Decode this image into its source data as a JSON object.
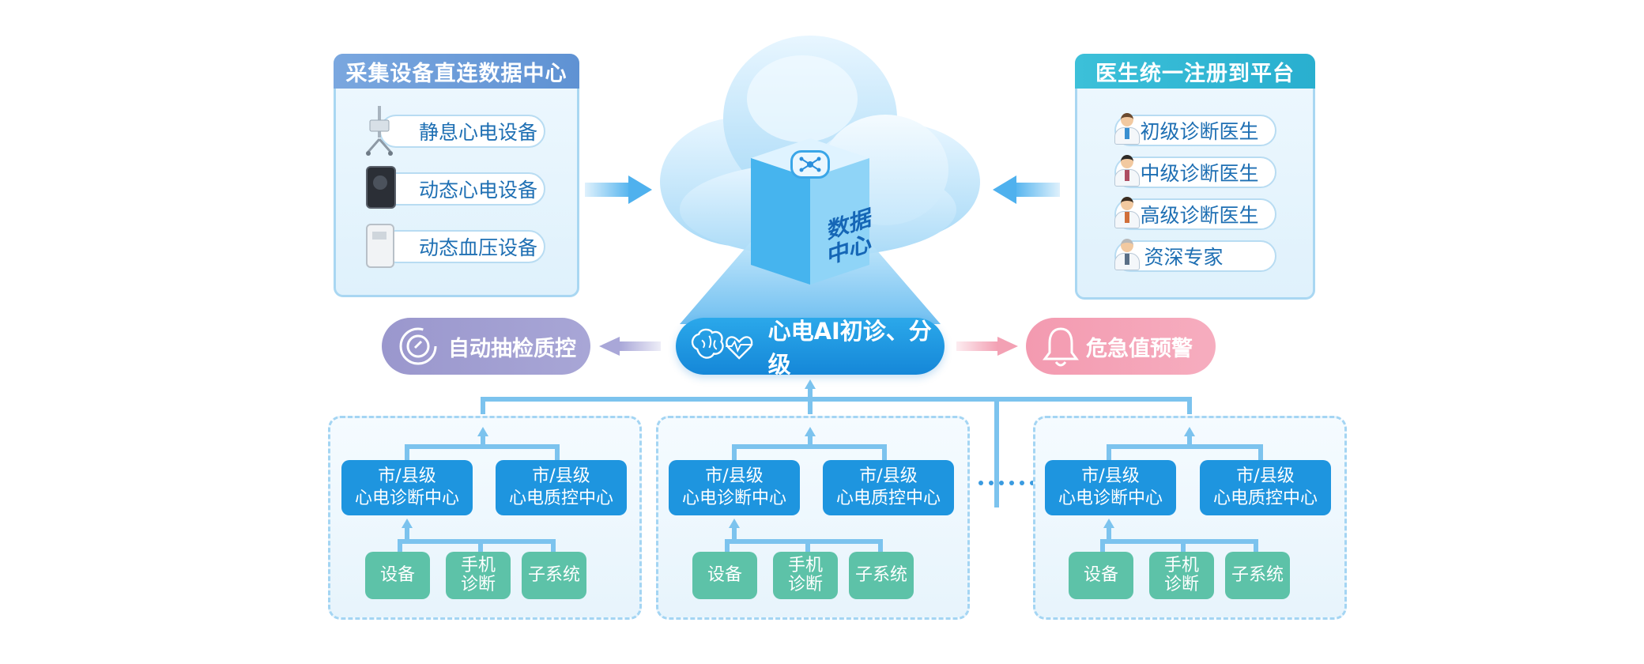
{
  "devices_panel": {
    "title": "采集设备直连数据中心",
    "items": [
      {
        "label": "静息心电设备",
        "icon": "ecg-cart-icon"
      },
      {
        "label": "动态心电设备",
        "icon": "holter-device-icon"
      },
      {
        "label": "动态血压设备",
        "icon": "bp-monitor-icon"
      }
    ]
  },
  "doctors_panel": {
    "title": "医生统一注册到平台",
    "items": [
      {
        "label": "初级诊断医生",
        "icon": "doctor-icon"
      },
      {
        "label": "中级诊断医生",
        "icon": "doctor-icon"
      },
      {
        "label": "高级诊断医生",
        "icon": "doctor-icon"
      },
      {
        "label": "资深专家",
        "icon": "expert-icon"
      }
    ]
  },
  "data_center": {
    "line1": "数据",
    "line2": "中心",
    "icon": "network-hub-icon"
  },
  "ai": {
    "label": "心电AI初诊、分级",
    "icon": "brain-heart-icon"
  },
  "qc": {
    "label": "自动抽检质控",
    "icon": "inspection-icon"
  },
  "alert": {
    "label": "危急值预警",
    "icon": "bell-icon"
  },
  "groups": [
    {
      "diag": [
        "市/县级",
        "心电诊断中心"
      ],
      "qc": [
        "市/县级",
        "心电质控中心"
      ],
      "leaves": [
        [
          "设备"
        ],
        [
          "手机",
          "诊断"
        ],
        [
          "子系统"
        ]
      ]
    },
    {
      "diag": [
        "市/县级",
        "心电诊断中心"
      ],
      "qc": [
        "市/县级",
        "心电质控中心"
      ],
      "leaves": [
        [
          "设备"
        ],
        [
          "手机",
          "诊断"
        ],
        [
          "子系统"
        ]
      ]
    },
    {
      "diag": [
        "市/县级",
        "心电诊断中心"
      ],
      "qc": [
        "市/县级",
        "心电质控中心"
      ],
      "leaves": [
        [
          "设备"
        ],
        [
          "手机",
          "诊断"
        ],
        [
          "子系统"
        ]
      ]
    }
  ],
  "colors": {
    "accent": "#1e95df",
    "leaf": "#5dc2a8",
    "qc_pill": "#9b98cf",
    "alert_pill": "#f3a1b4",
    "left_title": "#6f9fd8",
    "right_title": "#33b8d3"
  }
}
